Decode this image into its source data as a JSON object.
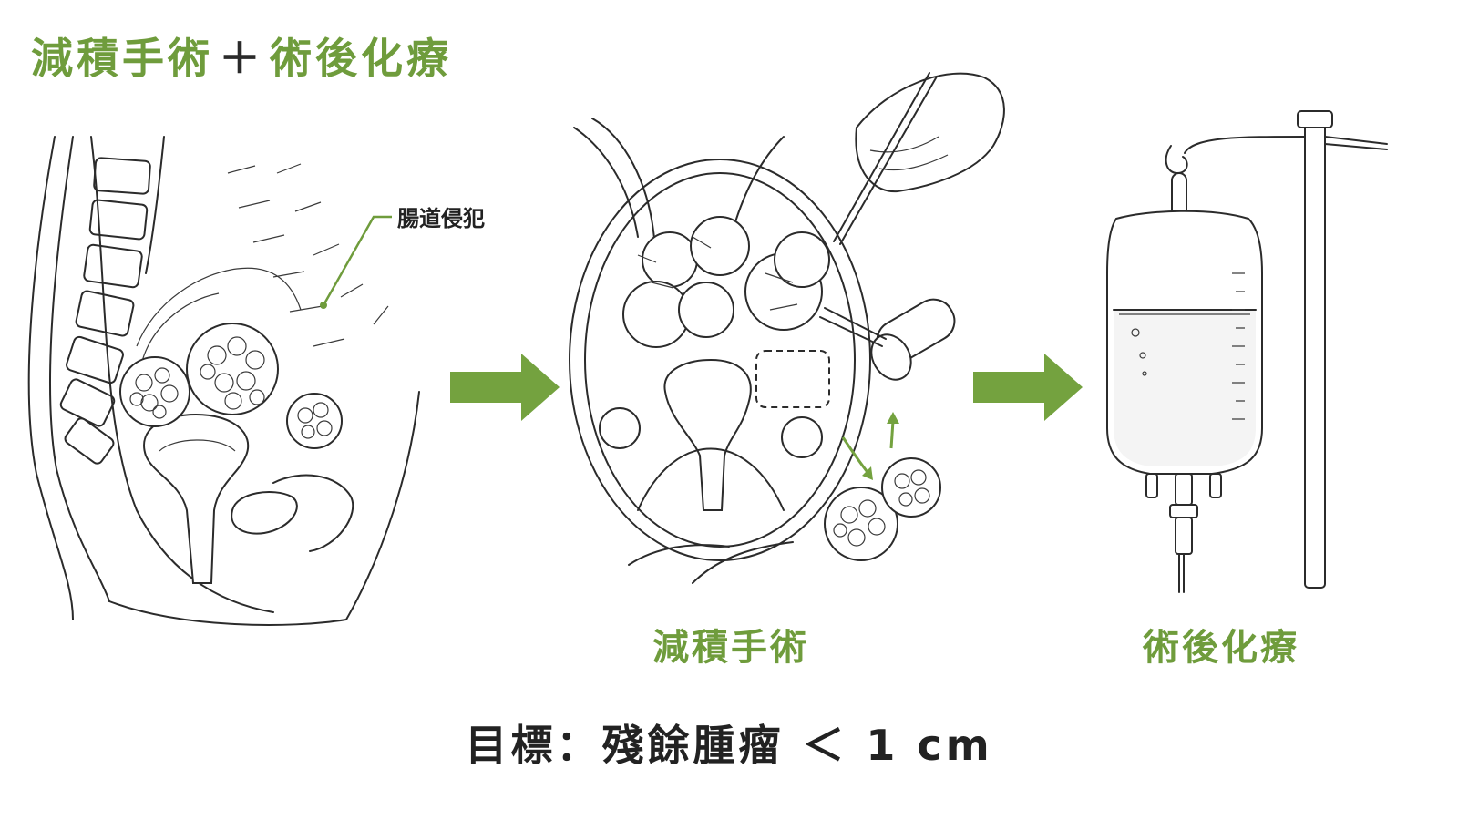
{
  "title": {
    "left": "減積手術",
    "plus": "＋",
    "right": "術後化療"
  },
  "callout": {
    "label": "腸道侵犯"
  },
  "panels": {
    "surgery_label": "減積手術",
    "chemo_label": "術後化療"
  },
  "goal": {
    "text": "目標：殘餘腫瘤 ＜ 1 cm"
  },
  "colors": {
    "accent_green": "#6f9c3c",
    "arrow_green": "#74a23f",
    "ink": "#2b2b2b"
  }
}
